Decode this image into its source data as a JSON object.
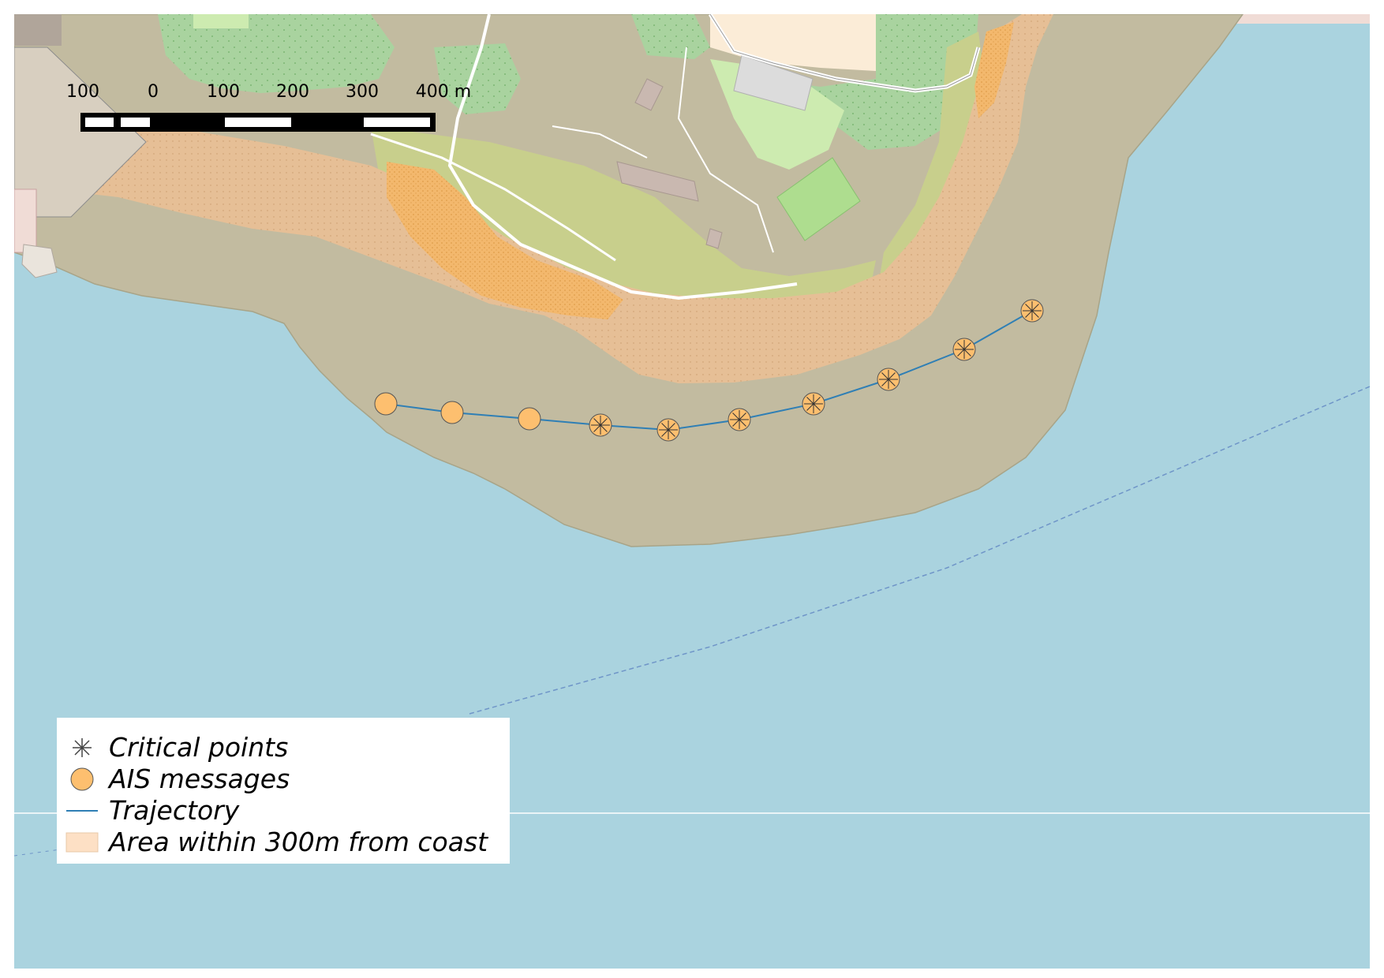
{
  "map": {
    "colors": {
      "water": "#aad3df",
      "coastal_area": "#c2bba0",
      "beach_sand": "#f3b86d",
      "coast_band": "#e8c39a",
      "urban": "#f0dcd6",
      "forest": "#a9d39f",
      "scrub": "#c8cf8c",
      "grass": "#cdebb0",
      "farmland": "#fbecd7",
      "trajectory": "#2f7fb5",
      "ais_fill": "#fdbf6f",
      "ais_stroke": "#555555",
      "legend_area_fill": "#fde0c5"
    }
  },
  "scale_bar": {
    "labels": [
      "100",
      "0",
      "100",
      "200",
      "300",
      "400 m"
    ]
  },
  "legend": {
    "items": [
      {
        "label": "Critical points",
        "symbol": "asterisk-icon"
      },
      {
        "label": "AIS messages",
        "symbol": "orange-circle-icon"
      },
      {
        "label": "Trajectory",
        "symbol": "blue-line-icon"
      },
      {
        "label": "Area within 300m from coast",
        "symbol": "peach-square-icon"
      }
    ]
  },
  "ais_messages": [
    {
      "critical": false
    },
    {
      "critical": false
    },
    {
      "critical": false
    },
    {
      "critical": true
    },
    {
      "critical": true
    },
    {
      "critical": true
    },
    {
      "critical": true
    },
    {
      "critical": true
    },
    {
      "critical": true
    },
    {
      "critical": true
    }
  ]
}
